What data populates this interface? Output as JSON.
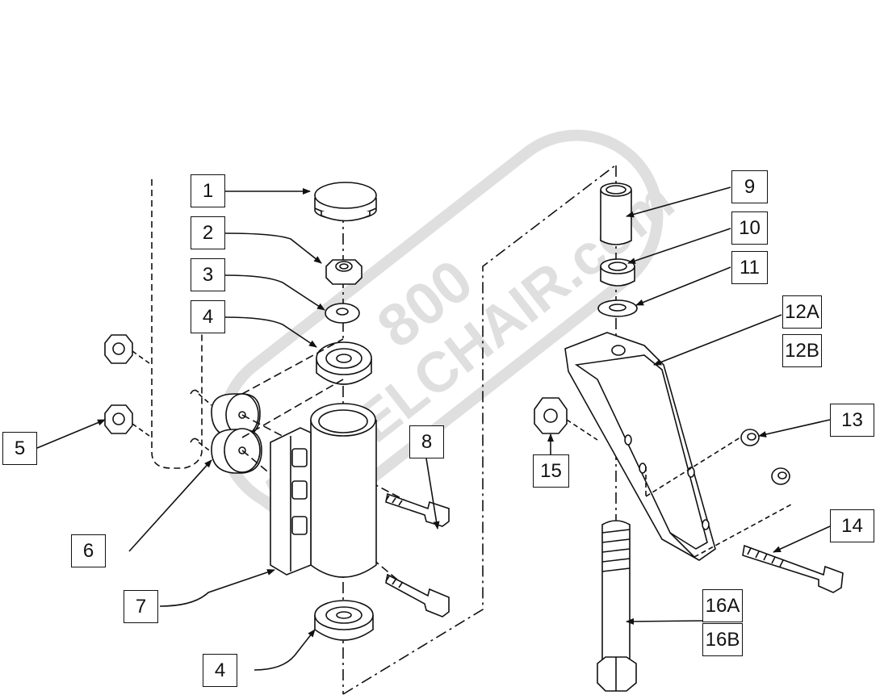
{
  "watermark": {
    "line1": "800",
    "line2": "WHEELCHAIR.com"
  },
  "labels": {
    "l1": "1",
    "l2": "2",
    "l3": "3",
    "l4a": "4",
    "l4b": "4",
    "l5": "5",
    "l6": "6",
    "l7": "7",
    "l8": "8",
    "l9": "9",
    "l10": "10",
    "l11": "11",
    "l12a": "12A",
    "l12b": "12B",
    "l13": "13",
    "l14": "14",
    "l15": "15",
    "l16a": "16A",
    "l16b": "16B"
  },
  "colors": {
    "stroke": "#111111",
    "watermark": "#d9d9d9",
    "fill": "#ffffff"
  }
}
